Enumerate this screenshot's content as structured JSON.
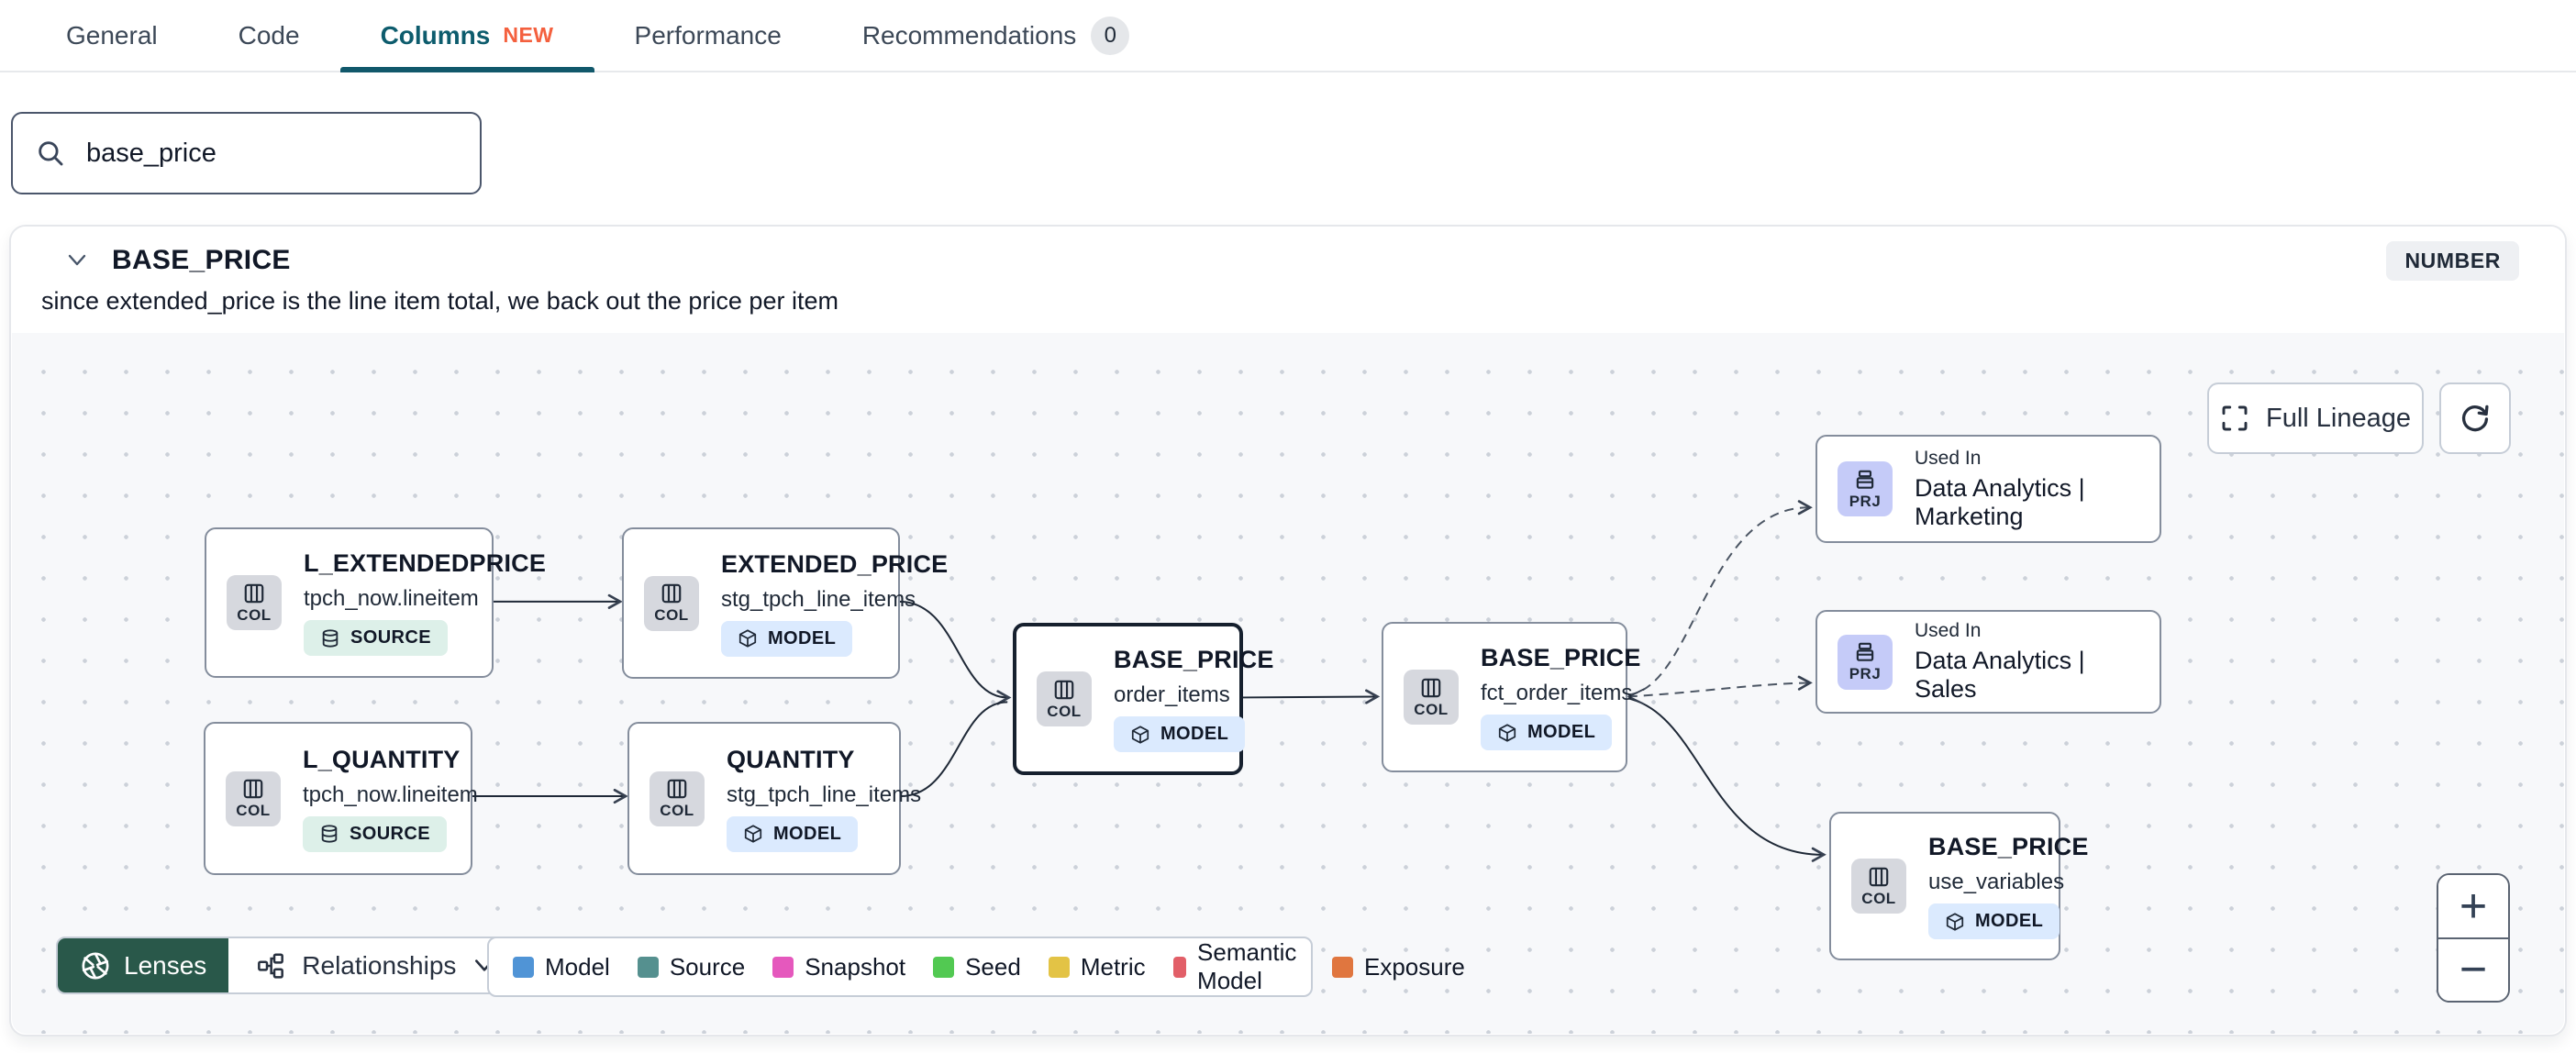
{
  "tabs": [
    {
      "label": "General",
      "active": false
    },
    {
      "label": "Code",
      "active": false
    },
    {
      "label": "Columns",
      "active": true,
      "new_badge": "NEW"
    },
    {
      "label": "Performance",
      "active": false
    },
    {
      "label": "Recommendations",
      "active": false,
      "count": "0"
    }
  ],
  "search": {
    "value": "base_price"
  },
  "column_panel": {
    "name": "BASE_PRICE",
    "type_badge": "NUMBER",
    "description": "since extended_price is the line item total, we back out the price per item"
  },
  "canvas": {
    "controls": {
      "full_lineage_label": "Full Lineage",
      "zoom_in": "+",
      "zoom_out": "−"
    },
    "nodes": [
      {
        "chip": "COL",
        "title": "L_EXTENDEDPRICE",
        "subtitle": "tpch_now.lineitem",
        "badge": "SOURCE",
        "kind": "source"
      },
      {
        "chip": "COL",
        "title": "EXTENDED_PRICE",
        "subtitle": "stg_tpch_line_items",
        "badge": "MODEL",
        "kind": "model"
      },
      {
        "chip": "COL",
        "title": "L_QUANTITY",
        "subtitle": "tpch_now.lineitem",
        "badge": "SOURCE",
        "kind": "source"
      },
      {
        "chip": "COL",
        "title": "QUANTITY",
        "subtitle": "stg_tpch_line_items",
        "badge": "MODEL",
        "kind": "model"
      },
      {
        "chip": "COL",
        "title": "BASE_PRICE",
        "subtitle": "order_items",
        "badge": "MODEL",
        "kind": "model",
        "selected": true
      },
      {
        "chip": "COL",
        "title": "BASE_PRICE",
        "subtitle": "fct_order_items",
        "badge": "MODEL",
        "kind": "model"
      },
      {
        "chip": "PRJ",
        "small": "Used In",
        "title": "Data Analytics | Marketing",
        "kind": "project"
      },
      {
        "chip": "PRJ",
        "small": "Used In",
        "title": "Data Analytics | Sales",
        "kind": "project"
      },
      {
        "chip": "COL",
        "title": "BASE_PRICE",
        "subtitle": "use_variables",
        "badge": "MODEL",
        "kind": "model"
      }
    ],
    "lenses_label": "Lenses",
    "relationships_label": "Relationships",
    "legend": [
      {
        "label": "Model",
        "color": "#5094d6"
      },
      {
        "label": "Source",
        "color": "#55908f"
      },
      {
        "label": "Snapshot",
        "color": "#e558bd"
      },
      {
        "label": "Seed",
        "color": "#52c952"
      },
      {
        "label": "Metric",
        "color": "#e3c345"
      },
      {
        "label": "Semantic Model",
        "color": "#e25f68"
      },
      {
        "label": "Exposure",
        "color": "#e0763f"
      }
    ]
  },
  "colors": {
    "accent_teal": "#0d5c6d",
    "tab_underline": "#11586b",
    "new_orange": "#f4603e",
    "lenses_green": "#29584a",
    "model_badge_bg": "#dbeafe",
    "source_badge_bg": "#ddf0e9",
    "col_chip_bg": "#d6d8de",
    "prj_chip_bg": "#c5cbf8",
    "canvas_bg": "#f7f8fa",
    "selected_border": "#16202e"
  }
}
